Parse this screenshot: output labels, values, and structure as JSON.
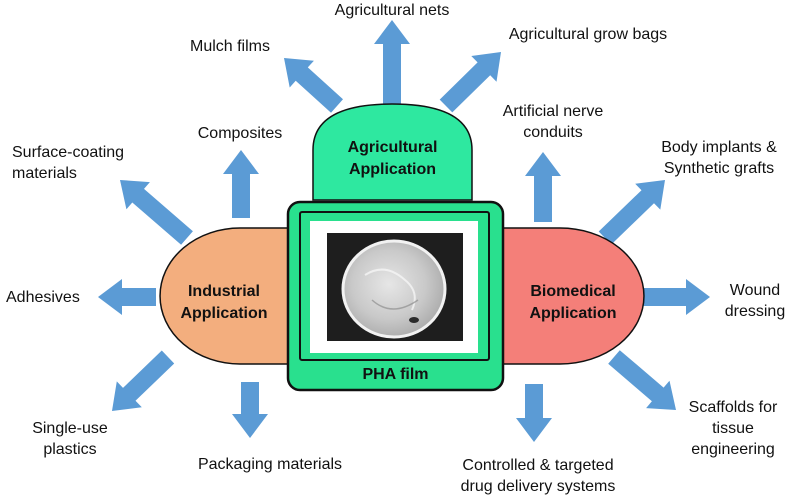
{
  "center": {
    "label": "PHA film"
  },
  "categories": {
    "agricultural": {
      "lines": [
        "Agricultural",
        "Application"
      ]
    },
    "industrial": {
      "lines": [
        "Industrial",
        "Application"
      ]
    },
    "biomedical": {
      "lines": [
        "Biomedical",
        "Application"
      ]
    }
  },
  "applications": {
    "agricultural_nets": {
      "lines": [
        "Agricultural nets"
      ]
    },
    "mulch_films": {
      "lines": [
        "Mulch films"
      ]
    },
    "grow_bags": {
      "lines": [
        "Agricultural grow bags"
      ]
    },
    "composites": {
      "lines": [
        "Composites"
      ]
    },
    "surface_coating": {
      "lines": [
        "Surface-coating",
        "materials"
      ]
    },
    "adhesives": {
      "lines": [
        "Adhesives"
      ]
    },
    "single_use": {
      "lines": [
        "Single-use",
        "plastics"
      ]
    },
    "packaging": {
      "lines": [
        "Packaging materials"
      ]
    },
    "nerve_conduits": {
      "lines": [
        "Artificial nerve",
        "conduits"
      ]
    },
    "implants": {
      "lines": [
        "Body implants &",
        "Synthetic grafts"
      ]
    },
    "wound": {
      "lines": [
        "Wound",
        "dressing"
      ]
    },
    "scaffolds": {
      "lines": [
        "Scaffolds for",
        "tissue",
        "engineering"
      ]
    },
    "drug_delivery": {
      "lines": [
        "Controlled & targeted",
        "drug delivery systems"
      ]
    }
  },
  "colors": {
    "agricultural": "#2ee8a0",
    "industrial": "#f3ae7e",
    "biomedical": "#f47f79",
    "center_frame": "#29e08e",
    "arrow": "#5b9bd5",
    "outline": "#111111"
  }
}
